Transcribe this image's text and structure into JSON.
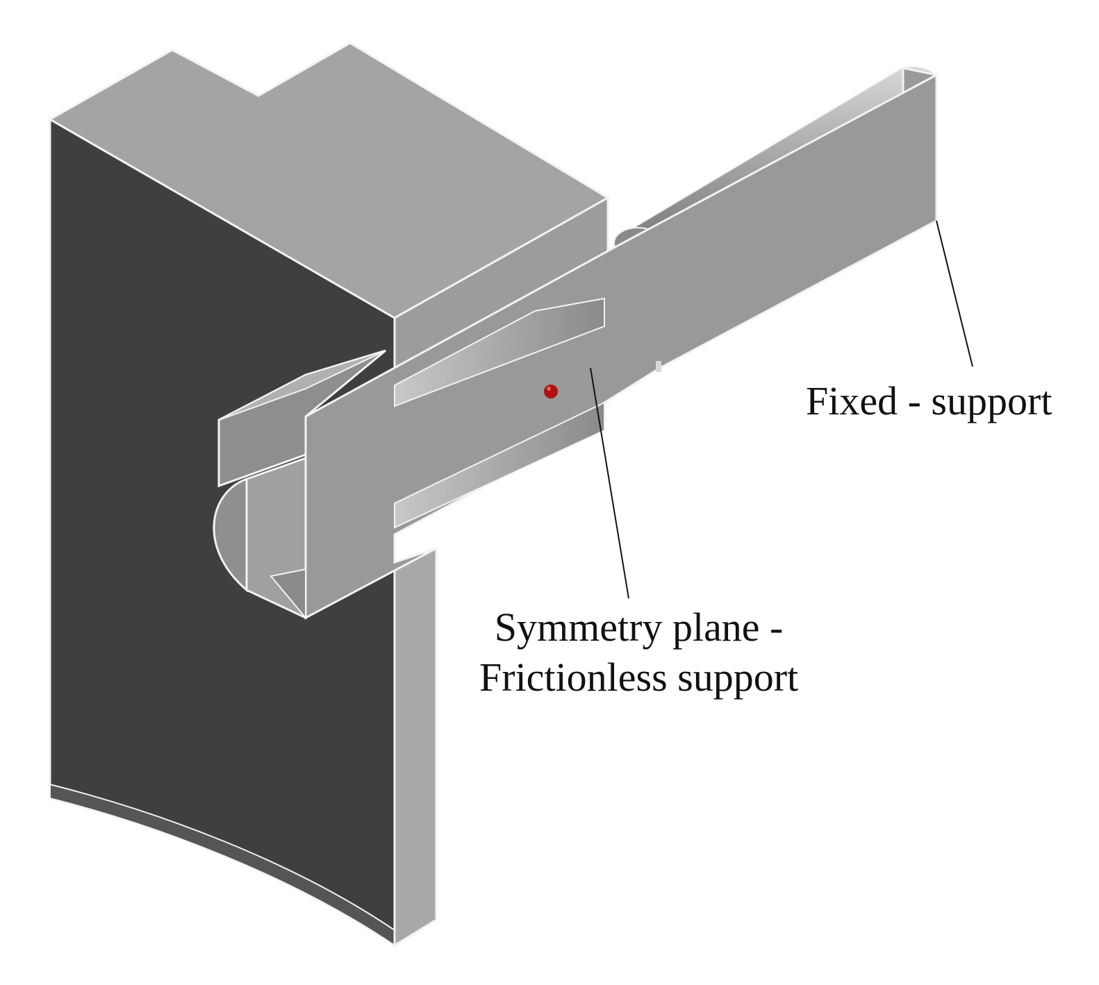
{
  "labels": {
    "fixed_support": "Fixed - support",
    "symmetry_line1": "Symmetry plane -",
    "symmetry_line2": "Frictionless support"
  },
  "colors": {
    "background": "#ffffff",
    "dark_face": "#3f3f3f",
    "top_face": "#a4a4a4",
    "mid_face": "#999999",
    "side_face": "#8e8e8e",
    "edge": "#f2f2f2",
    "marker": "#b01010",
    "leader": "#111111"
  }
}
